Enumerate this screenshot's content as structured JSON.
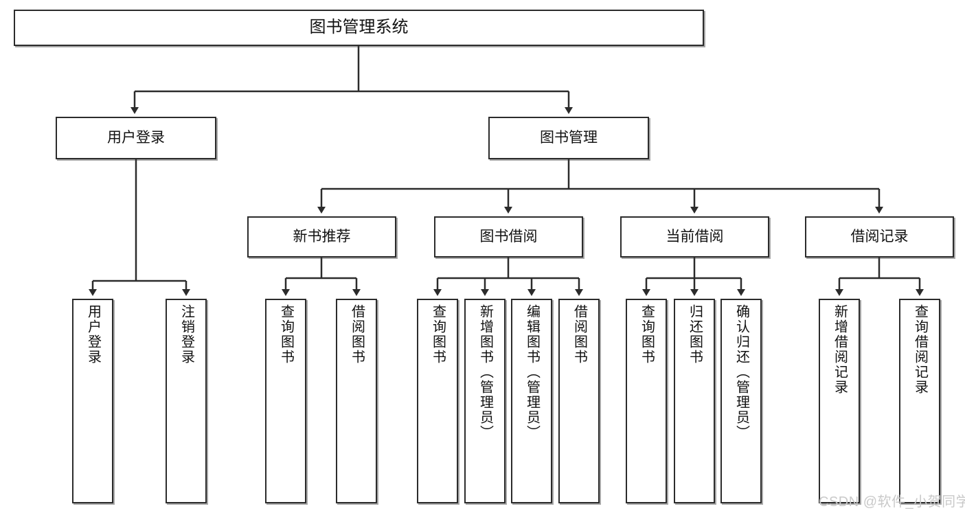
{
  "diagram": {
    "title": "图书管理系统",
    "root": {
      "label": "图书管理系统"
    },
    "level2": [
      {
        "label": "用户登录"
      },
      {
        "label": "图书管理"
      }
    ],
    "level3": [
      {
        "label": "新书推荐"
      },
      {
        "label": "图书借阅"
      },
      {
        "label": "当前借阅"
      },
      {
        "label": "借阅记录"
      }
    ],
    "leaves": {
      "user_login": [
        {
          "label": "用户登录"
        },
        {
          "label": "注销登录"
        }
      ],
      "new_book_rec": [
        {
          "label": "查询图书"
        },
        {
          "label": "借阅图书"
        }
      ],
      "book_borrow": [
        {
          "label": "查询图书"
        },
        {
          "label": "新增图书（管理员）"
        },
        {
          "label": "编辑图书（管理员）"
        },
        {
          "label": "借阅图书"
        }
      ],
      "current_borrow": [
        {
          "label": "查询图书"
        },
        {
          "label": "归还图书"
        },
        {
          "label": "确认归还（管理员）"
        }
      ],
      "borrow_record": [
        {
          "label": "新增借阅记录"
        },
        {
          "label": "查询借阅记录"
        }
      ]
    }
  },
  "watermark": {
    "text": "CSDN @软件_小贺同学"
  },
  "colors": {
    "border": "#2b2b2b",
    "background": "#ffffff",
    "text": "#111111",
    "watermark": "#c9c9c9"
  }
}
